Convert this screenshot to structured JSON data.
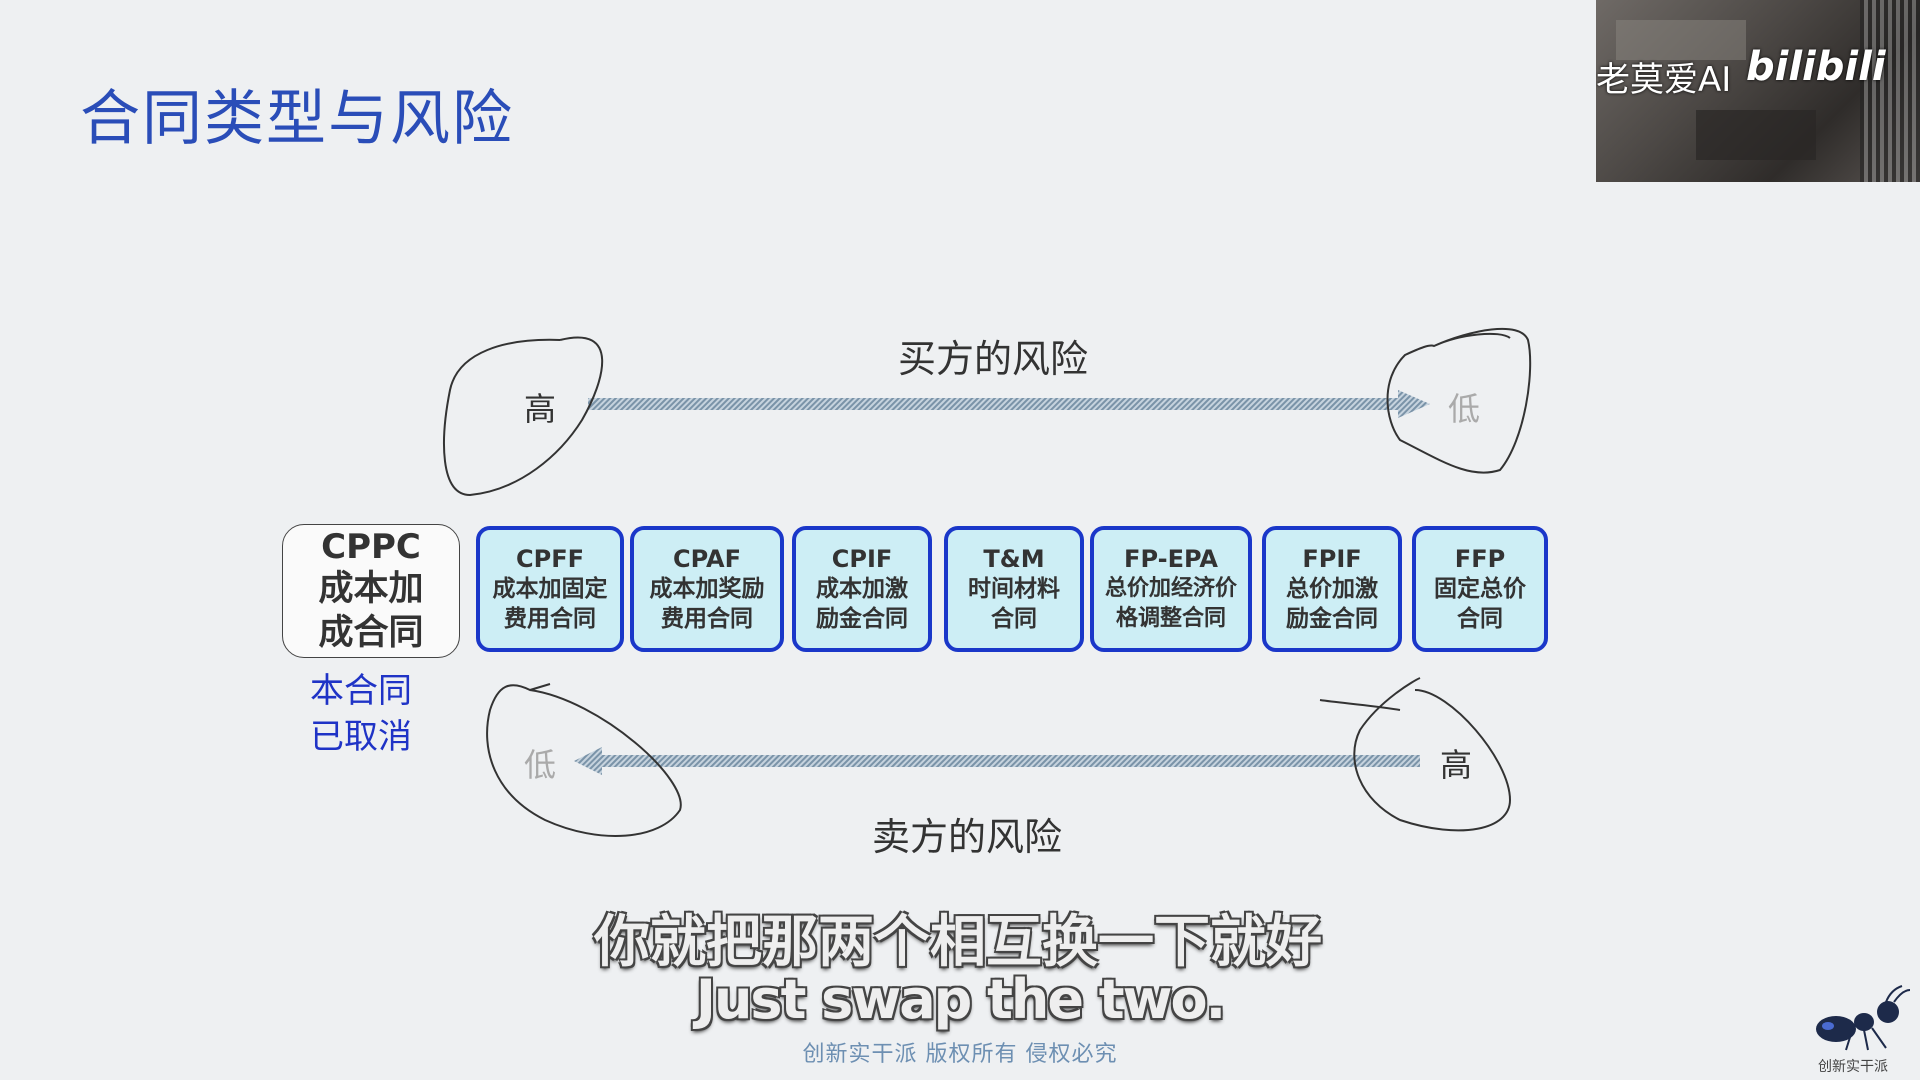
{
  "slide": {
    "title": "合同类型与风险"
  },
  "buyer_risk": {
    "label": "买方的风险",
    "high": "高",
    "low": "低"
  },
  "seller_risk": {
    "label": "卖方的风险",
    "low": "低",
    "high": "高"
  },
  "cppc": {
    "code": "CPPC",
    "name": "成本加\n成合同",
    "note": "本合同\n已取消"
  },
  "contracts": [
    {
      "code": "CPFF",
      "name": "成本加固定\n费用合同"
    },
    {
      "code": "CPAF",
      "name": "成本加奖励\n费用合同"
    },
    {
      "code": "CPIF",
      "name": "成本加激\n励金合同"
    },
    {
      "code": "T&M",
      "name": "时间材料\n合同"
    },
    {
      "code": "FP-EPA",
      "name": "总价加经济价\n格调整合同"
    },
    {
      "code": "FPIF",
      "name": "总价加激\n励金合同"
    },
    {
      "code": "FFP",
      "name": "固定总价\n合同"
    }
  ],
  "subtitles": {
    "chinese": "你就把那两个相互换一下就好",
    "english": "Just swap the two."
  },
  "footer": {
    "copyright": "创新实干派  版权所有  侵权必究",
    "logo_text": "创新实干派"
  },
  "camera": {
    "name": "老莫爱AI",
    "brand": "bilibili"
  }
}
